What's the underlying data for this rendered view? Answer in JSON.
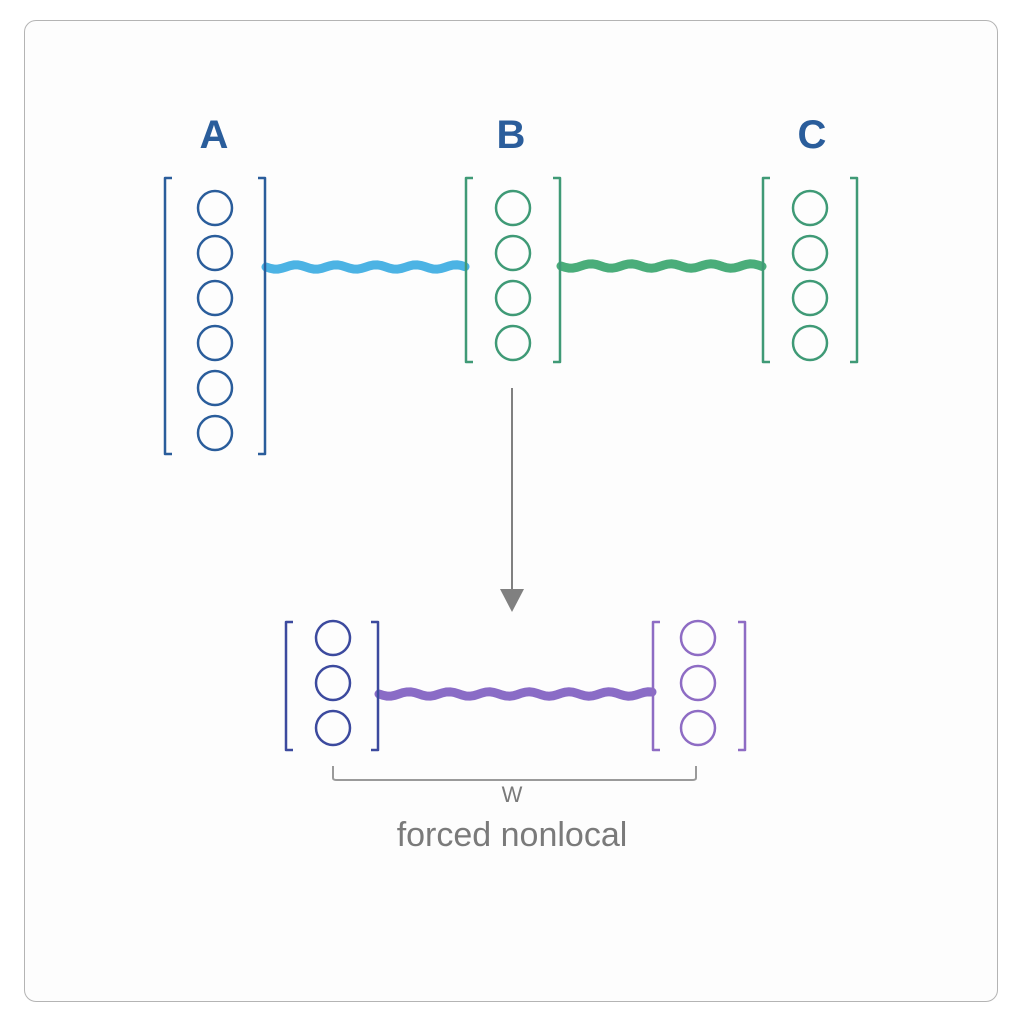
{
  "nodes": {
    "a": {
      "label": "A",
      "circles": 6,
      "color": "#2a5d9b"
    },
    "b": {
      "label": "B",
      "circles": 4,
      "color": "#3f9a76"
    },
    "c": {
      "label": "C",
      "circles": 4,
      "color": "#3f9a76"
    }
  },
  "result": {
    "left": {
      "circles": 3,
      "color": "#3c4a9e"
    },
    "right": {
      "circles": 3,
      "color": "#8e6cc4"
    },
    "brace_label": "W",
    "caption": "forced nonlocal"
  },
  "links": {
    "a_b": {
      "color": "#4cb3e4"
    },
    "b_c": {
      "color": "#4aad7a"
    },
    "result": {
      "color": "#8a6cc6"
    }
  },
  "arrow": {
    "color": "#808080"
  }
}
